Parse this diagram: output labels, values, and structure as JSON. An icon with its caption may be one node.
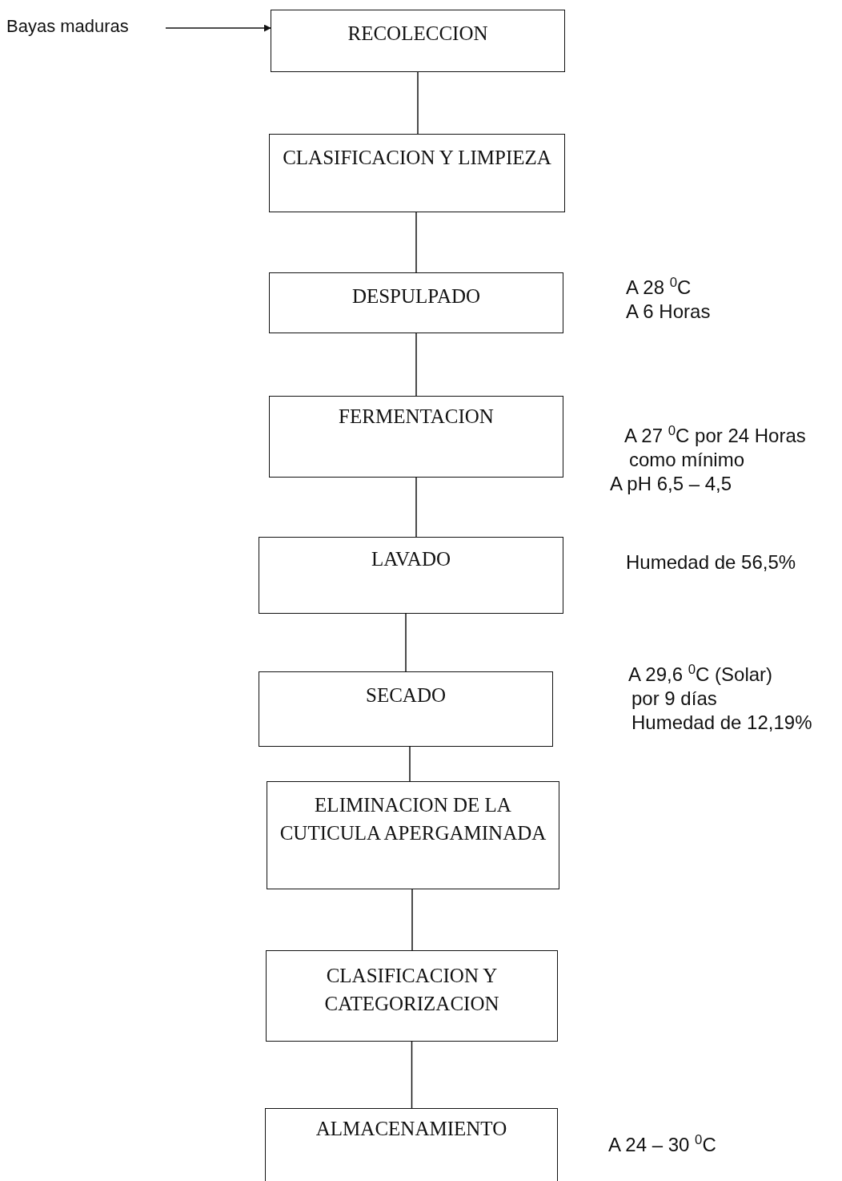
{
  "diagram": {
    "nodes": [
      {
        "text": [
          "Bayas maduras"
        ]
      },
      {
        "text": [
          "RECOLECCION"
        ]
      },
      {
        "text": [
          "CLASIFICACION Y LIMPIEZA"
        ]
      },
      {
        "text": [
          "DESPULPADO"
        ],
        "beside": [
          "A  28 $^{0}$C",
          "A  6 Horas"
        ]
      },
      {
        "text": [
          "FERMENTACION"
        ],
        "beside": [
          "A 27 $^{0}$C por 24 Horas",
          "como mínimo",
          "A  pH 6,5 – 4,5"
        ]
      },
      {
        "text": [
          "LAVADO"
        ],
        "beside": [
          "Humedad de 56,5%"
        ]
      },
      {
        "text": [
          "SECADO"
        ],
        "beside": [
          "A 29,6 $^{0}$C (Solar)",
          "por 9 días",
          "Humedad de 12,19%"
        ]
      },
      {
        "text": [
          "ELIMINACION DE LA CUTICULA APERGAMINADA"
        ]
      },
      {
        "text": [
          "CLASIFICACION Y CATEGORIZACION"
        ]
      },
      {
        "text": [
          "ALMACENAMIENTO"
        ],
        "beside": [
          "A  24 – 30 $^{0}$C"
        ]
      }
    ],
    "edges": [
      {
        "from": 0,
        "to": 1,
        "arrow": "to"
      },
      {
        "from": 1,
        "to": 2,
        "arrow": "none"
      },
      {
        "from": 2,
        "to": 3,
        "arrow": "none"
      },
      {
        "from": 3,
        "to": 4,
        "arrow": "none"
      },
      {
        "from": 4,
        "to": 5,
        "arrow": "none"
      },
      {
        "from": 5,
        "to": 6,
        "arrow": "none"
      },
      {
        "from": 6,
        "to": 7,
        "arrow": "none"
      },
      {
        "from": 7,
        "to": 8,
        "arrow": "none"
      },
      {
        "from": 8,
        "to": 9,
        "arrow": "none"
      }
    ]
  }
}
